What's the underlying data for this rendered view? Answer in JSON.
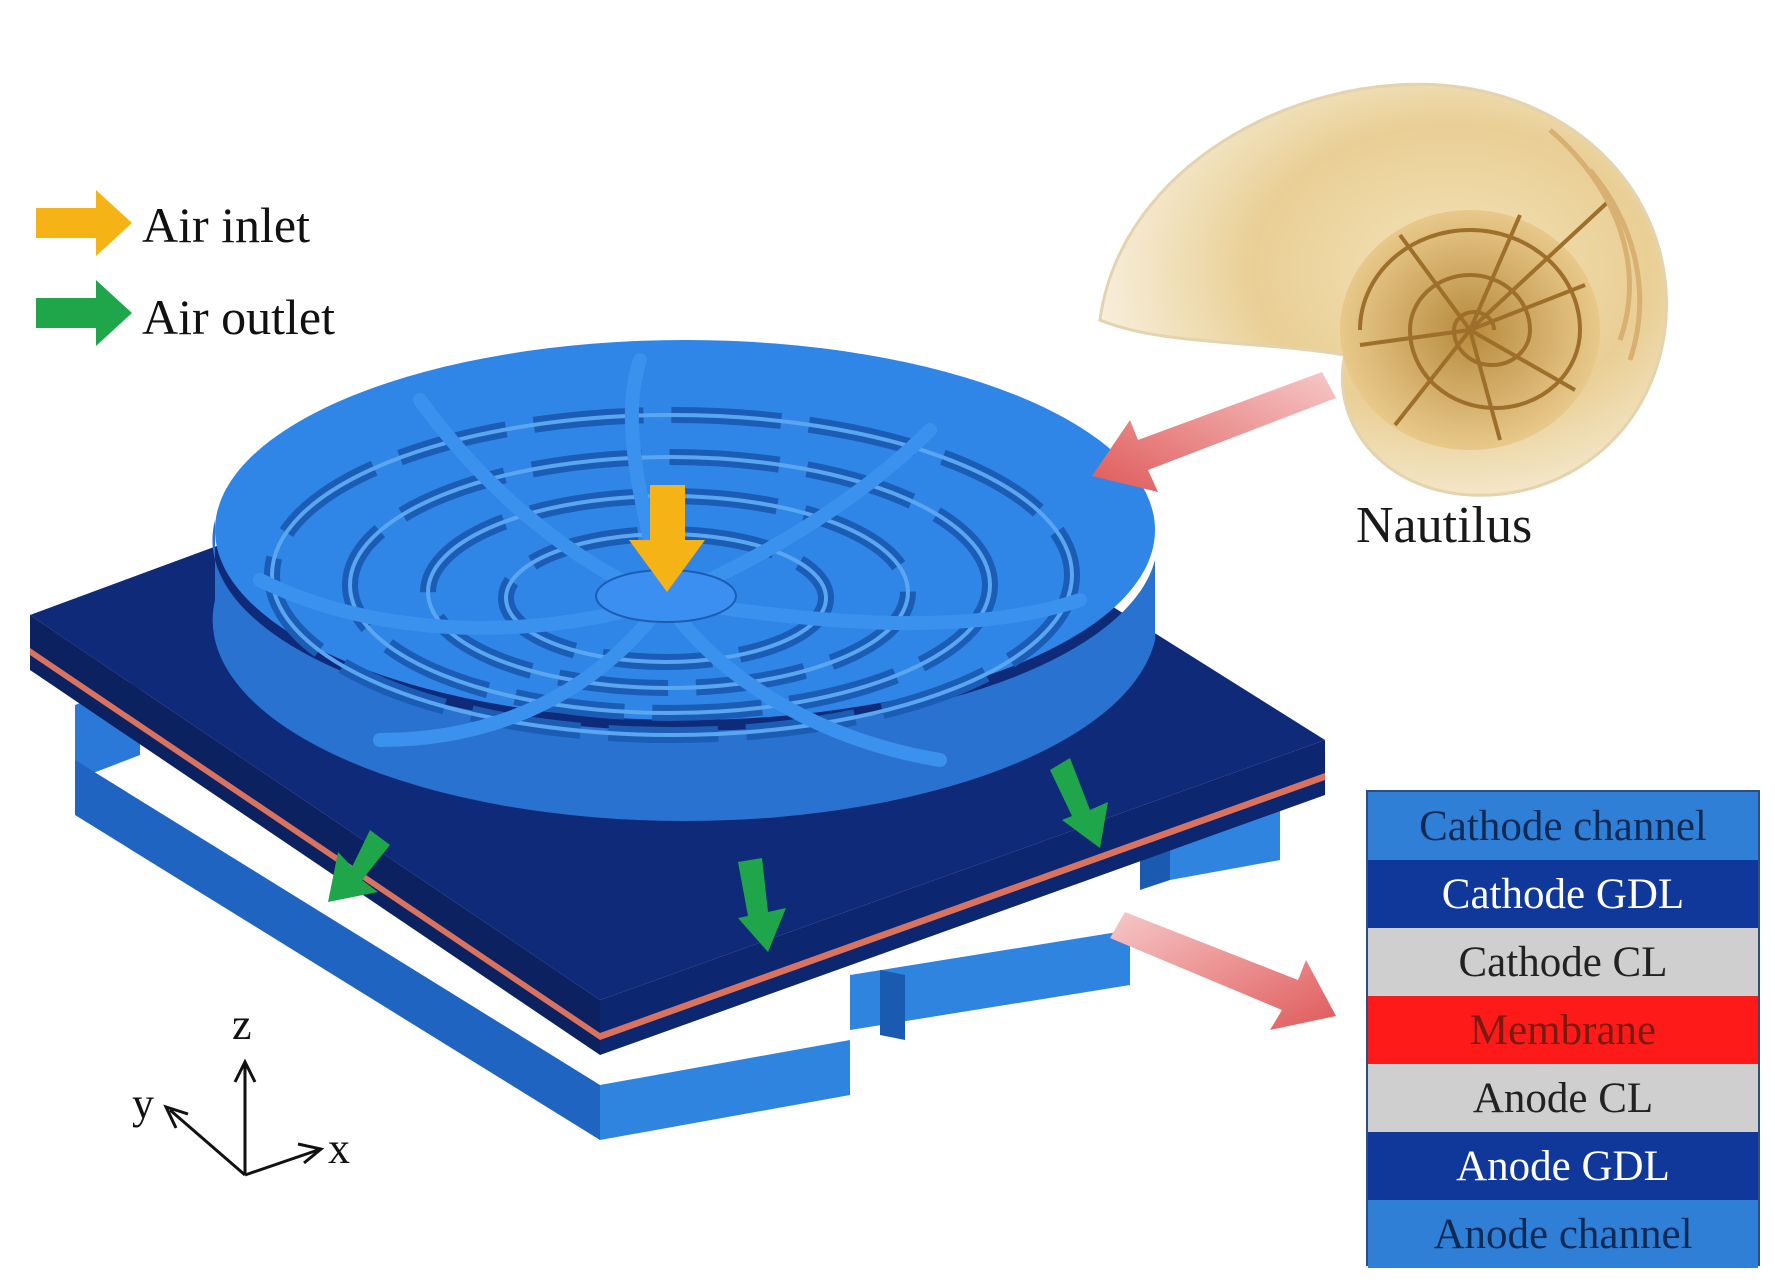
{
  "legend": {
    "inlet_label": "Air inlet",
    "outlet_label": "Air outlet",
    "inlet_color": "#f5b316",
    "outlet_color": "#1fa64a"
  },
  "shell": {
    "caption": "Nautilus",
    "pointer_color": "#e06a6a"
  },
  "axes": {
    "z": "z",
    "y": "y",
    "x": "x"
  },
  "layers": [
    {
      "label": "Cathode channel",
      "bg": "#2f7fd6",
      "fg": "#0d2a57"
    },
    {
      "label": "Cathode GDL",
      "bg": "#10389a",
      "fg": "#ffffff"
    },
    {
      "label": "Cathode CL",
      "bg": "#cfcfcf",
      "fg": "#222222"
    },
    {
      "label": "Membrane",
      "bg": "#ff1a1a",
      "fg": "#7a1a10"
    },
    {
      "label": "Anode CL",
      "bg": "#cfcfcf",
      "fg": "#222222"
    },
    {
      "label": "Anode GDL",
      "bg": "#10389a",
      "fg": "#ffffff"
    },
    {
      "label": "Anode channel",
      "bg": "#2f7fd6",
      "fg": "#0d2a57"
    }
  ],
  "colors": {
    "flow_field": "#2b7fe0",
    "plate": "#0f2a78",
    "membrane_stripe": "#d9735f"
  }
}
